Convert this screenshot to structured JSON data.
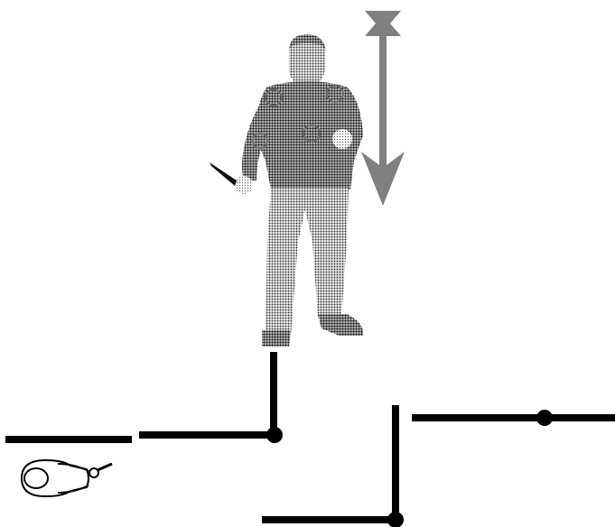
{
  "diagram": {
    "figure": {
      "subject": "standing-man",
      "held_object": "knife",
      "rendering": "halftone-photo",
      "target_marks": 4
    },
    "movement_indicator": {
      "direction": "down",
      "color": "#808080",
      "has_crossbar": true
    },
    "top_down_marker": {
      "subject": "person-top-view",
      "held_object": "knife"
    },
    "floor_plan": {
      "wall_color": "#000000",
      "wall_segments": 7,
      "junction_dots": 3
    },
    "colors": {
      "background": "#ffffff",
      "ink": "#000000",
      "arrow": "#808080"
    }
  }
}
